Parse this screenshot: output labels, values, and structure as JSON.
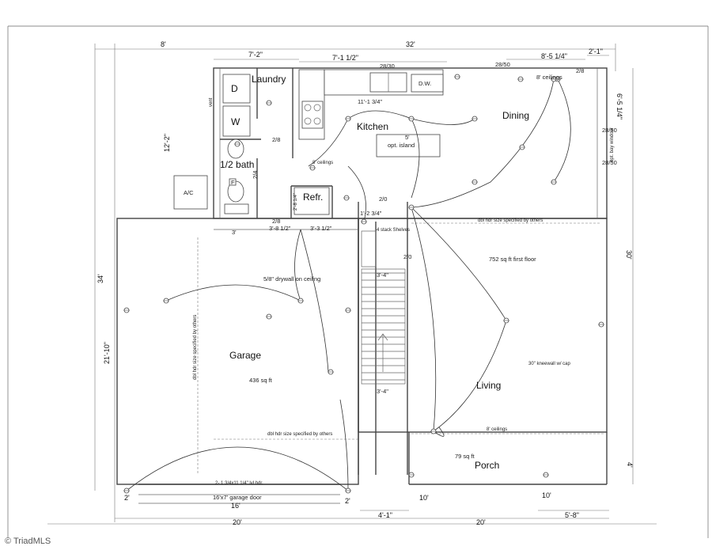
{
  "rooms": {
    "laundry": "Laundry",
    "kitchen": "Kitchen",
    "dining": "Dining",
    "half_bath": "1/2 bath",
    "garage": "Garage",
    "garage_area": "436 sq ft",
    "living": "Living",
    "porch": "Porch",
    "porch_area": "79 sq ft",
    "first_floor_area": "752 sq ft first floor",
    "ac": "A/C",
    "refrigerator": "Refr.",
    "island": "opt. island",
    "dishwasher": "D.W.",
    "dryer": "D",
    "washer": "W",
    "shelves": "4 stack Shelves"
  },
  "dimensions": {
    "top_total": "32'",
    "top_left": "8'",
    "laundry_width": "7'-2\"",
    "kitchen_width": "7'-1 1/2\"",
    "dining_width": "8'-5 1/4\"",
    "top_right": "2'-1\"",
    "right_side": "6'-5 1/4\"",
    "left_upper": "12'-2\"",
    "left_lower": "34'",
    "garage_height": "21'-10\"",
    "right_total": "30'",
    "porch_depth": "4'",
    "counter": "11'-1 3/4\"",
    "island_width": "5'",
    "door_28_30": "28/30",
    "door_28_50_a": "28/50",
    "door_28_50_b": "28/50",
    "door_28_50_c": "28/50",
    "door_2_8": "2/8",
    "door_2_8_b": "2/8",
    "door_2_8_c": "2/8",
    "door_2_4": "2/4",
    "door_2_0_a": "2/0",
    "door_2_0_b": "2/0",
    "refr_dim": "2'-8 1/4\"",
    "stair_a": "1'-2 3/4\"",
    "stair_width": "3'-4\"",
    "stair_width_b": "3'-4\"",
    "bath_3": "3'",
    "hall_a": "3'-8 1/2\"",
    "hall_b": "3'-3 1/2\"",
    "garage_w": "16'",
    "garage_door": "16'x7' garage door",
    "garage_left": "2'",
    "garage_right": "2'",
    "bottom_left": "20'",
    "bottom_right": "20'",
    "bottom_a": "4'-1\"",
    "bottom_b": "10'",
    "bottom_c": "10'",
    "bottom_d": "5'-8\"",
    "dining_ceiling": "8' ceilings"
  },
  "notes": {
    "drywall": "5/8\" drywall on ceiling",
    "kneewall": "30\" kneewall w/ cap",
    "ceilings_a": "8' ceilings",
    "ceilings_b": "8' ceilings",
    "header_top": "dbl hdr size specified by others",
    "header_garage": "dbl hdr size specified by others",
    "header_side": "dbl hdr size specified by others",
    "header_beam": "2- 1 3/4x11 1/4\" lvl hdr.",
    "window_note": "opt. bay window",
    "vent": "vent",
    "fridge_f": "F"
  },
  "watermark": "TriadMLS"
}
